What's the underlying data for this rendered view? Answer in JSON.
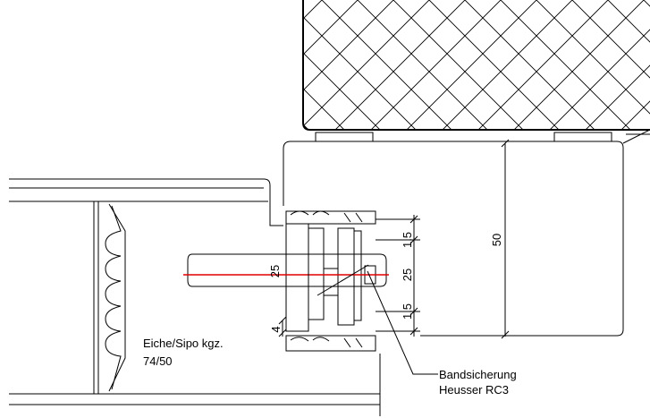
{
  "dimensions": {
    "frame_depth": "50",
    "top_gap": "1.5",
    "middle_gap": "25",
    "bottom_gap": "1.5",
    "hinge_width": "25",
    "offset": "4"
  },
  "labels": {
    "wood_line1": "Eiche/Sipo kgz.",
    "wood_line2": "74/50",
    "callout_line1": "Bandsicherung",
    "callout_line2": "Heusser RC3"
  },
  "colors": {
    "line": "#000000",
    "axis": "#e00000",
    "background": "#ffffff"
  }
}
